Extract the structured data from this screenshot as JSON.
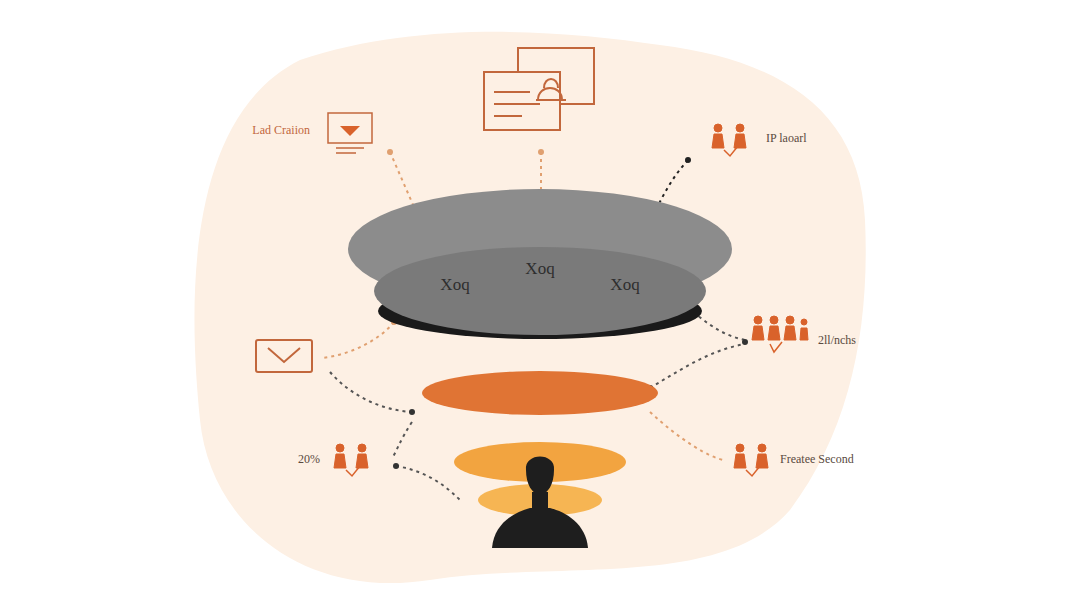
{
  "diagram": {
    "nodes": [
      {
        "text": [
          "Xoq",
          "Xoq",
          "Xoq"
        ]
      }
    ],
    "labels": [
      "Lad Craiion",
      "IP laoarl",
      "2ll/nchs",
      "20%",
      "Freatee Second"
    ]
  }
}
